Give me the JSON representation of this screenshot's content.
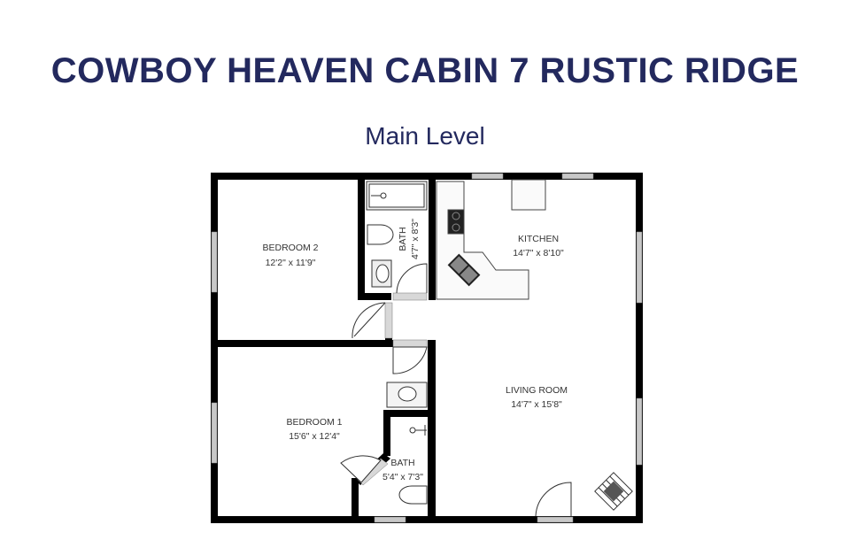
{
  "header": {
    "title": "COWBOY HEAVEN CABIN 7 RUSTIC RIDGE",
    "subtitle": "Main Level"
  },
  "colors": {
    "title": "#23295e",
    "wall": "#000000",
    "window": "#c8c8c8",
    "label": "#333333"
  },
  "rooms": [
    {
      "name": "BEDROOM 2",
      "dims": "12'2\" x 11'9\""
    },
    {
      "name": "BATH",
      "dims": "4'7\" x 8'3\""
    },
    {
      "name": "KITCHEN",
      "dims": "14'7\" x 8'10\""
    },
    {
      "name": "LIVING ROOM",
      "dims": "14'7\" x 15'8\""
    },
    {
      "name": "BEDROOM 1",
      "dims": "15'6\" x 12'4\""
    },
    {
      "name": "BATH",
      "dims": "5'4\" x 7'3\""
    }
  ]
}
